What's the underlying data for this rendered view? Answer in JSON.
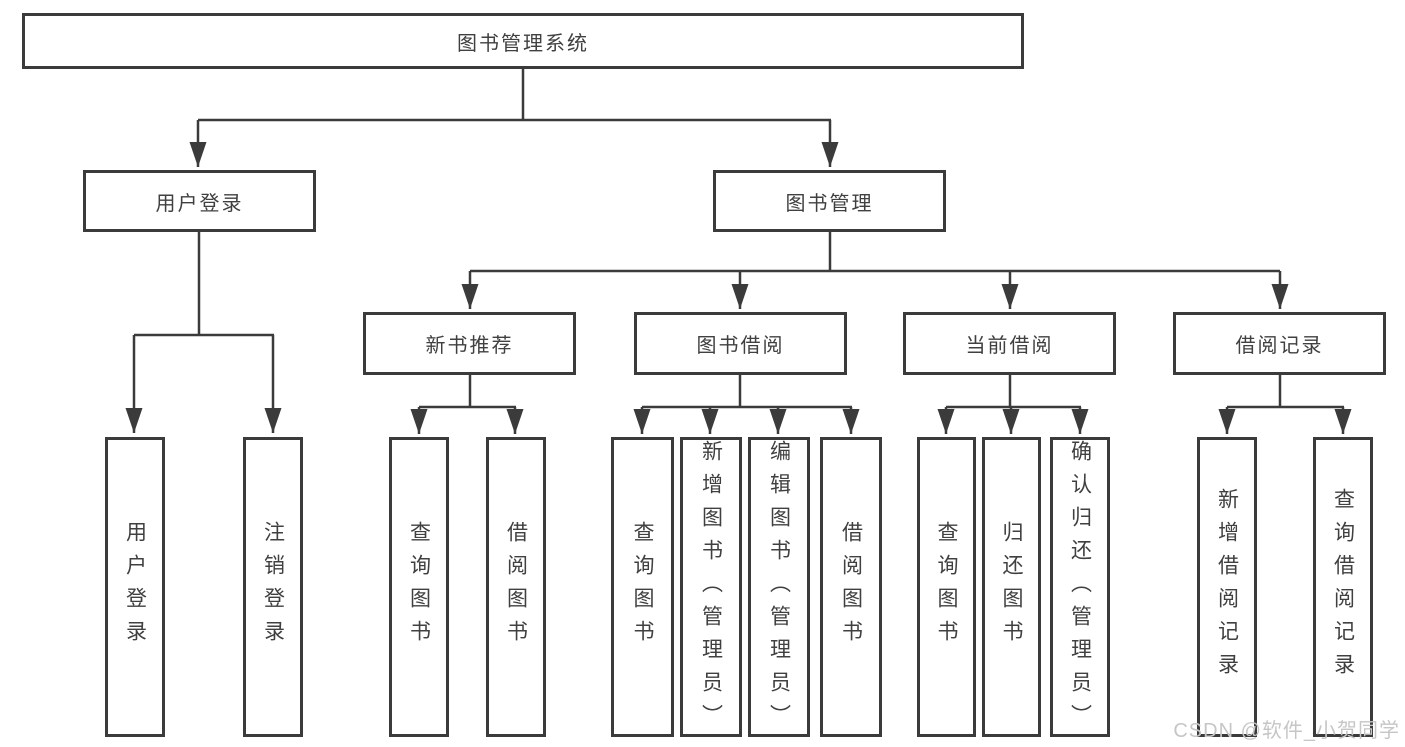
{
  "diagram_title": "图书管理系统",
  "nodes": {
    "root": "图书管理系统",
    "userLogin": "用户登录",
    "bookManagement": "图书管理",
    "newBookRecommend": "新书推荐",
    "bookBorrowing": "图书借阅",
    "currentBorrowing": "当前借阅",
    "borrowingRecords": "借阅记录",
    "userLoginLeaf": "用户登录",
    "logoutLeaf": "注销登录",
    "recQueryBooks": "查询图书",
    "recBorrowBooks": "借阅图书",
    "bbQueryBooks": "查询图书",
    "bbAddBooks": "新增图书（管理员）",
    "bbEditBooks": "编辑图书（管理员）",
    "bbBorrowBooks": "借阅图书",
    "cbQueryBooks": "查询图书",
    "cbReturnBooks": "归还图书",
    "cbConfirmReturn": "确认归还（管理员）",
    "brAddRecord": "新增借阅记录",
    "brQueryRecord": "查询借阅记录"
  },
  "colors": {
    "line": "#3b3b3b",
    "text": "#404040",
    "watermark": "#c6c6c6",
    "background": "#ffffff"
  },
  "watermark": "CSDN @软件_小贺同学"
}
